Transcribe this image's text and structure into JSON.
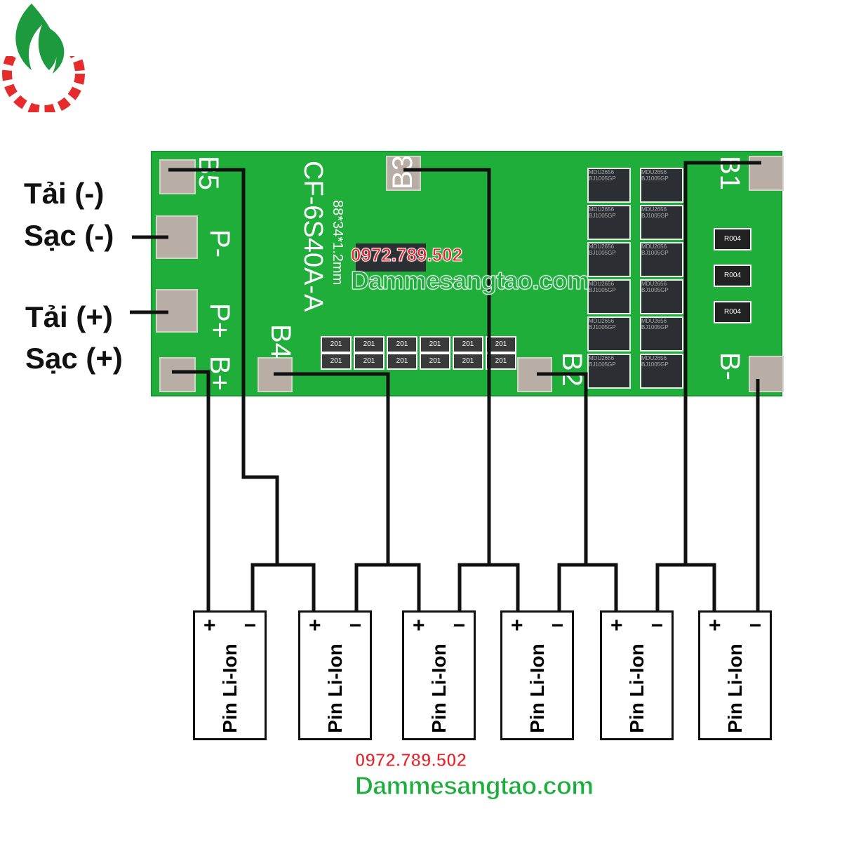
{
  "board": {
    "model": "CF-6S40A-A",
    "size": "88*34*1.2mm",
    "pad_labels": {
      "b5": "B5",
      "b4": "B4",
      "b3": "B3",
      "b2": "B2",
      "b1": "B1",
      "b_plus": "B+",
      "b_minus": "B-",
      "p_minus": "P-",
      "p_plus": "P+"
    },
    "mosfet_marking": "MDU2656 BJ1005GP",
    "resistor_marking": "201",
    "shunt_marking": "R004"
  },
  "labels": {
    "load_minus": "Tải  (-)",
    "charge_minus": "Sạc (-)",
    "load_plus": "Tải  (+)",
    "charge_plus": "Sạc (+)"
  },
  "batteries": [
    {
      "name": "Pin Li-Ion",
      "plus": "+",
      "minus": "−"
    },
    {
      "name": "Pin Li-Ion",
      "plus": "+",
      "minus": "−"
    },
    {
      "name": "Pin Li-Ion",
      "plus": "+",
      "minus": "−"
    },
    {
      "name": "Pin Li-Ion",
      "plus": "+",
      "minus": "−"
    },
    {
      "name": "Pin Li-Ion",
      "plus": "+",
      "minus": "−"
    },
    {
      "name": "Pin Li-Ion",
      "plus": "+",
      "minus": "−"
    }
  ],
  "watermark": {
    "phone": "0972.789.502",
    "site": "Dammesangtao.com"
  },
  "colors": {
    "pcb": "#1fae3a",
    "wire": "#111111",
    "phone": "#e8232a",
    "site": "#1cae3c"
  }
}
